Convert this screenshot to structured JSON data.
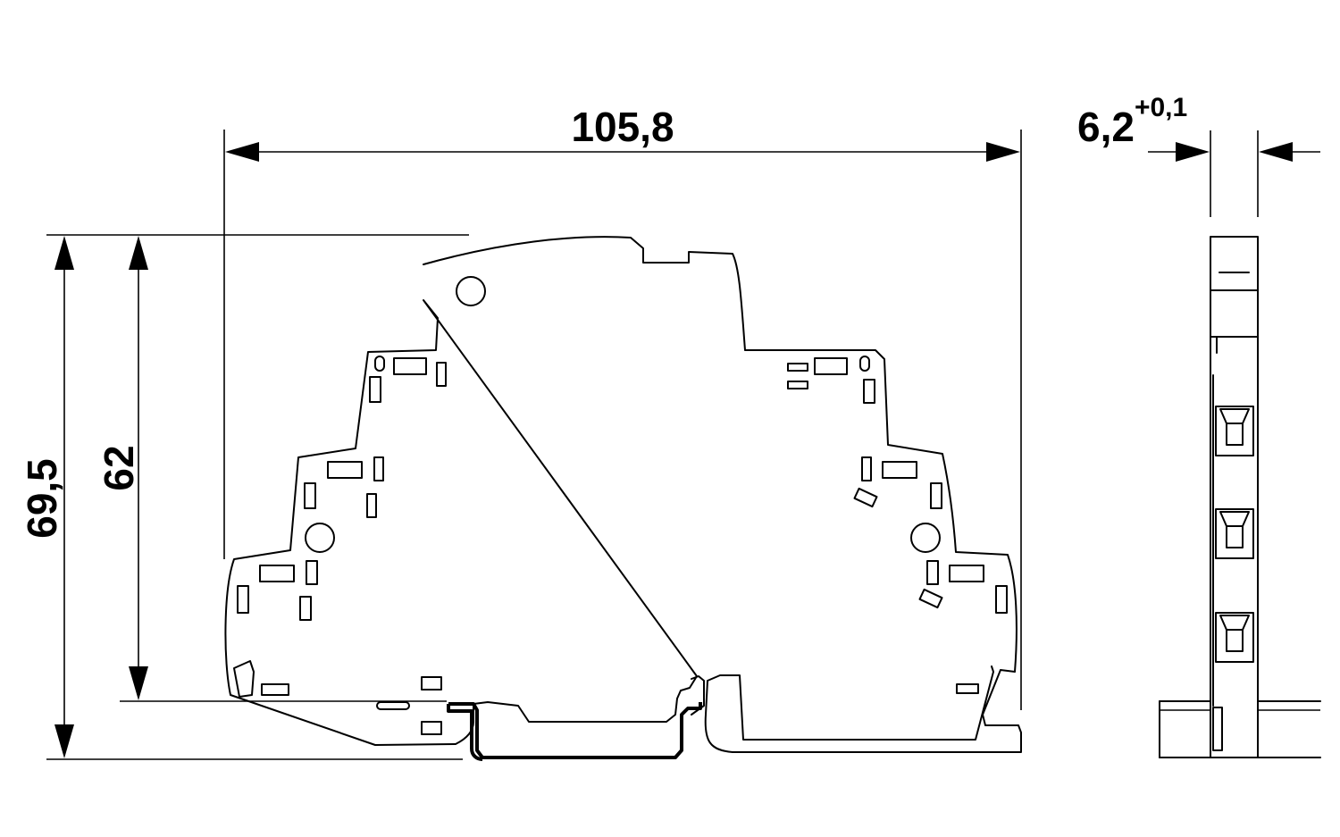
{
  "dimensions": {
    "overall_width": {
      "value": "105,8"
    },
    "profile_width": {
      "value": "6,2",
      "tolerance": "+0,1"
    },
    "overall_height": {
      "value": "69,5"
    },
    "body_height": {
      "value": "62"
    }
  }
}
